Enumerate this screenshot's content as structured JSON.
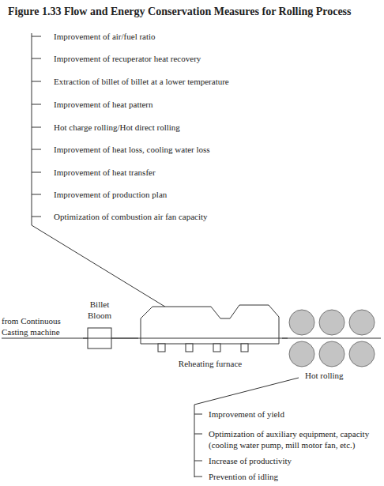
{
  "diagram": {
    "title": "Figure 1.33 Flow and Energy Conservation Measures for Rolling Process",
    "nodes": [
      {
        "text": [
          "Billet Bloom"
        ]
      },
      {
        "text": [
          "Reheating furnace"
        ]
      },
      {
        "text": [
          "Hot rolling"
        ]
      }
    ],
    "edges": [
      {
        "from": 0,
        "to": 1,
        "arrow": "none"
      },
      {
        "from": 1,
        "to": 2,
        "arrow": "none"
      }
    ],
    "labels": [
      "Improvement of air/fuel ratio",
      "Improvement of recuperator heat recovery",
      "Extraction of billet of billet at a lower temperature",
      "Improvement of heat pattern",
      "Hot charge rolling/Hot direct rolling",
      "Improvement of heat loss, cooling water loss",
      "Improvement of heat transfer",
      "Improvement of production plan",
      "Optimization of combustion air fan capacity",
      "from Continuous Casting machine",
      "Improvement of yield",
      "Optimization of auxiliary equipment, capacity (cooling water pump, mill motor fan, etc.)",
      "Increase of productivity",
      "Prevention of idling"
    ]
  }
}
